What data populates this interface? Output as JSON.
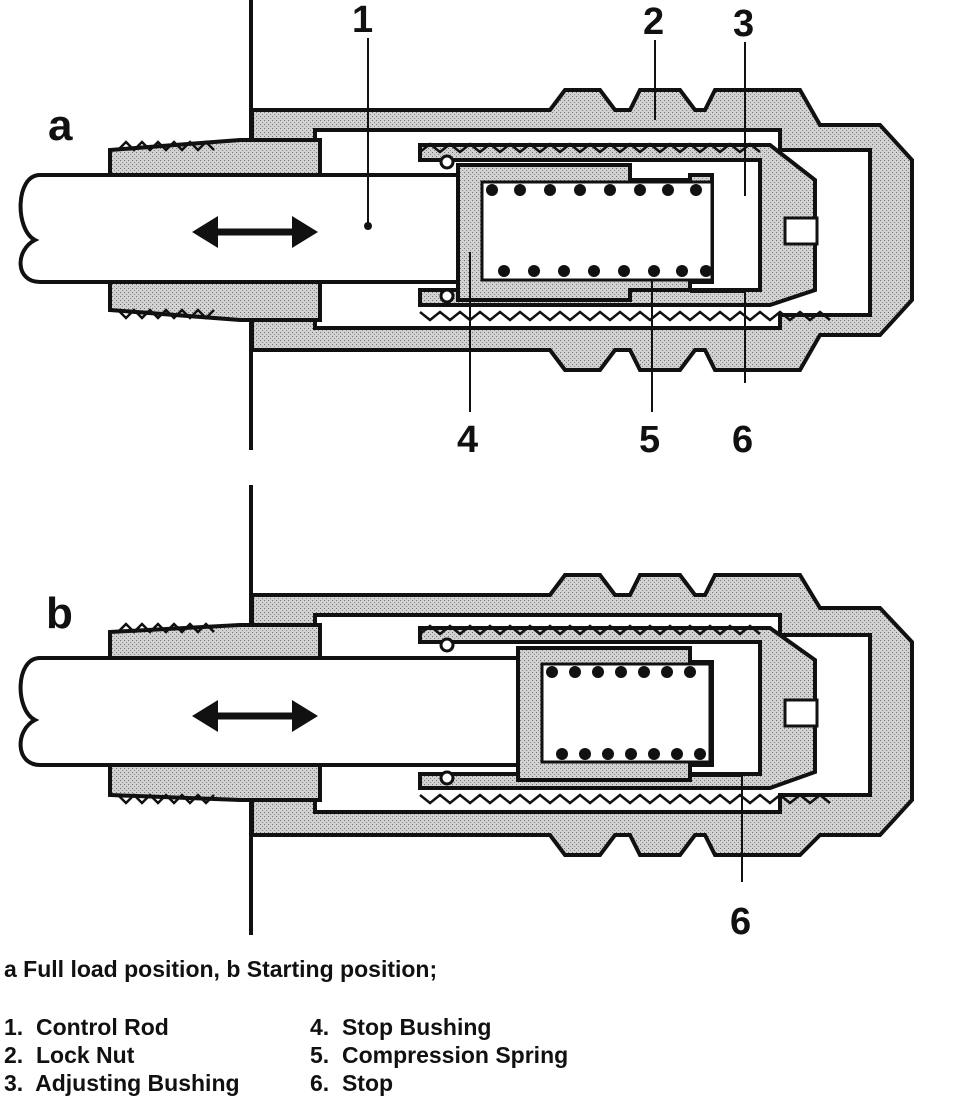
{
  "panels": [
    {
      "letter": "a",
      "callouts": {
        "1": "1",
        "2": "2",
        "3": "3",
        "4": "4",
        "5": "5",
        "6": "6"
      }
    },
    {
      "letter": "b",
      "callouts": {
        "6": "6"
      }
    }
  ],
  "caption": "a  Full load position,  b Starting position;",
  "legend": [
    {
      "number": "1.",
      "label": "Control Rod"
    },
    {
      "number": "2.",
      "label": "Lock Nut"
    },
    {
      "number": "3.",
      "label": "Adjusting Bushing"
    },
    {
      "number": "4.",
      "label": "Stop Bushing"
    },
    {
      "number": "5.",
      "label": "Compression Spring"
    },
    {
      "number": "6.",
      "label": "Stop"
    }
  ],
  "colors": {
    "line": "#111111",
    "hatch": "#c7c7c7",
    "background": "#ffffff"
  },
  "icons": [
    "double-arrow-icon",
    "double-arrow-icon"
  ]
}
